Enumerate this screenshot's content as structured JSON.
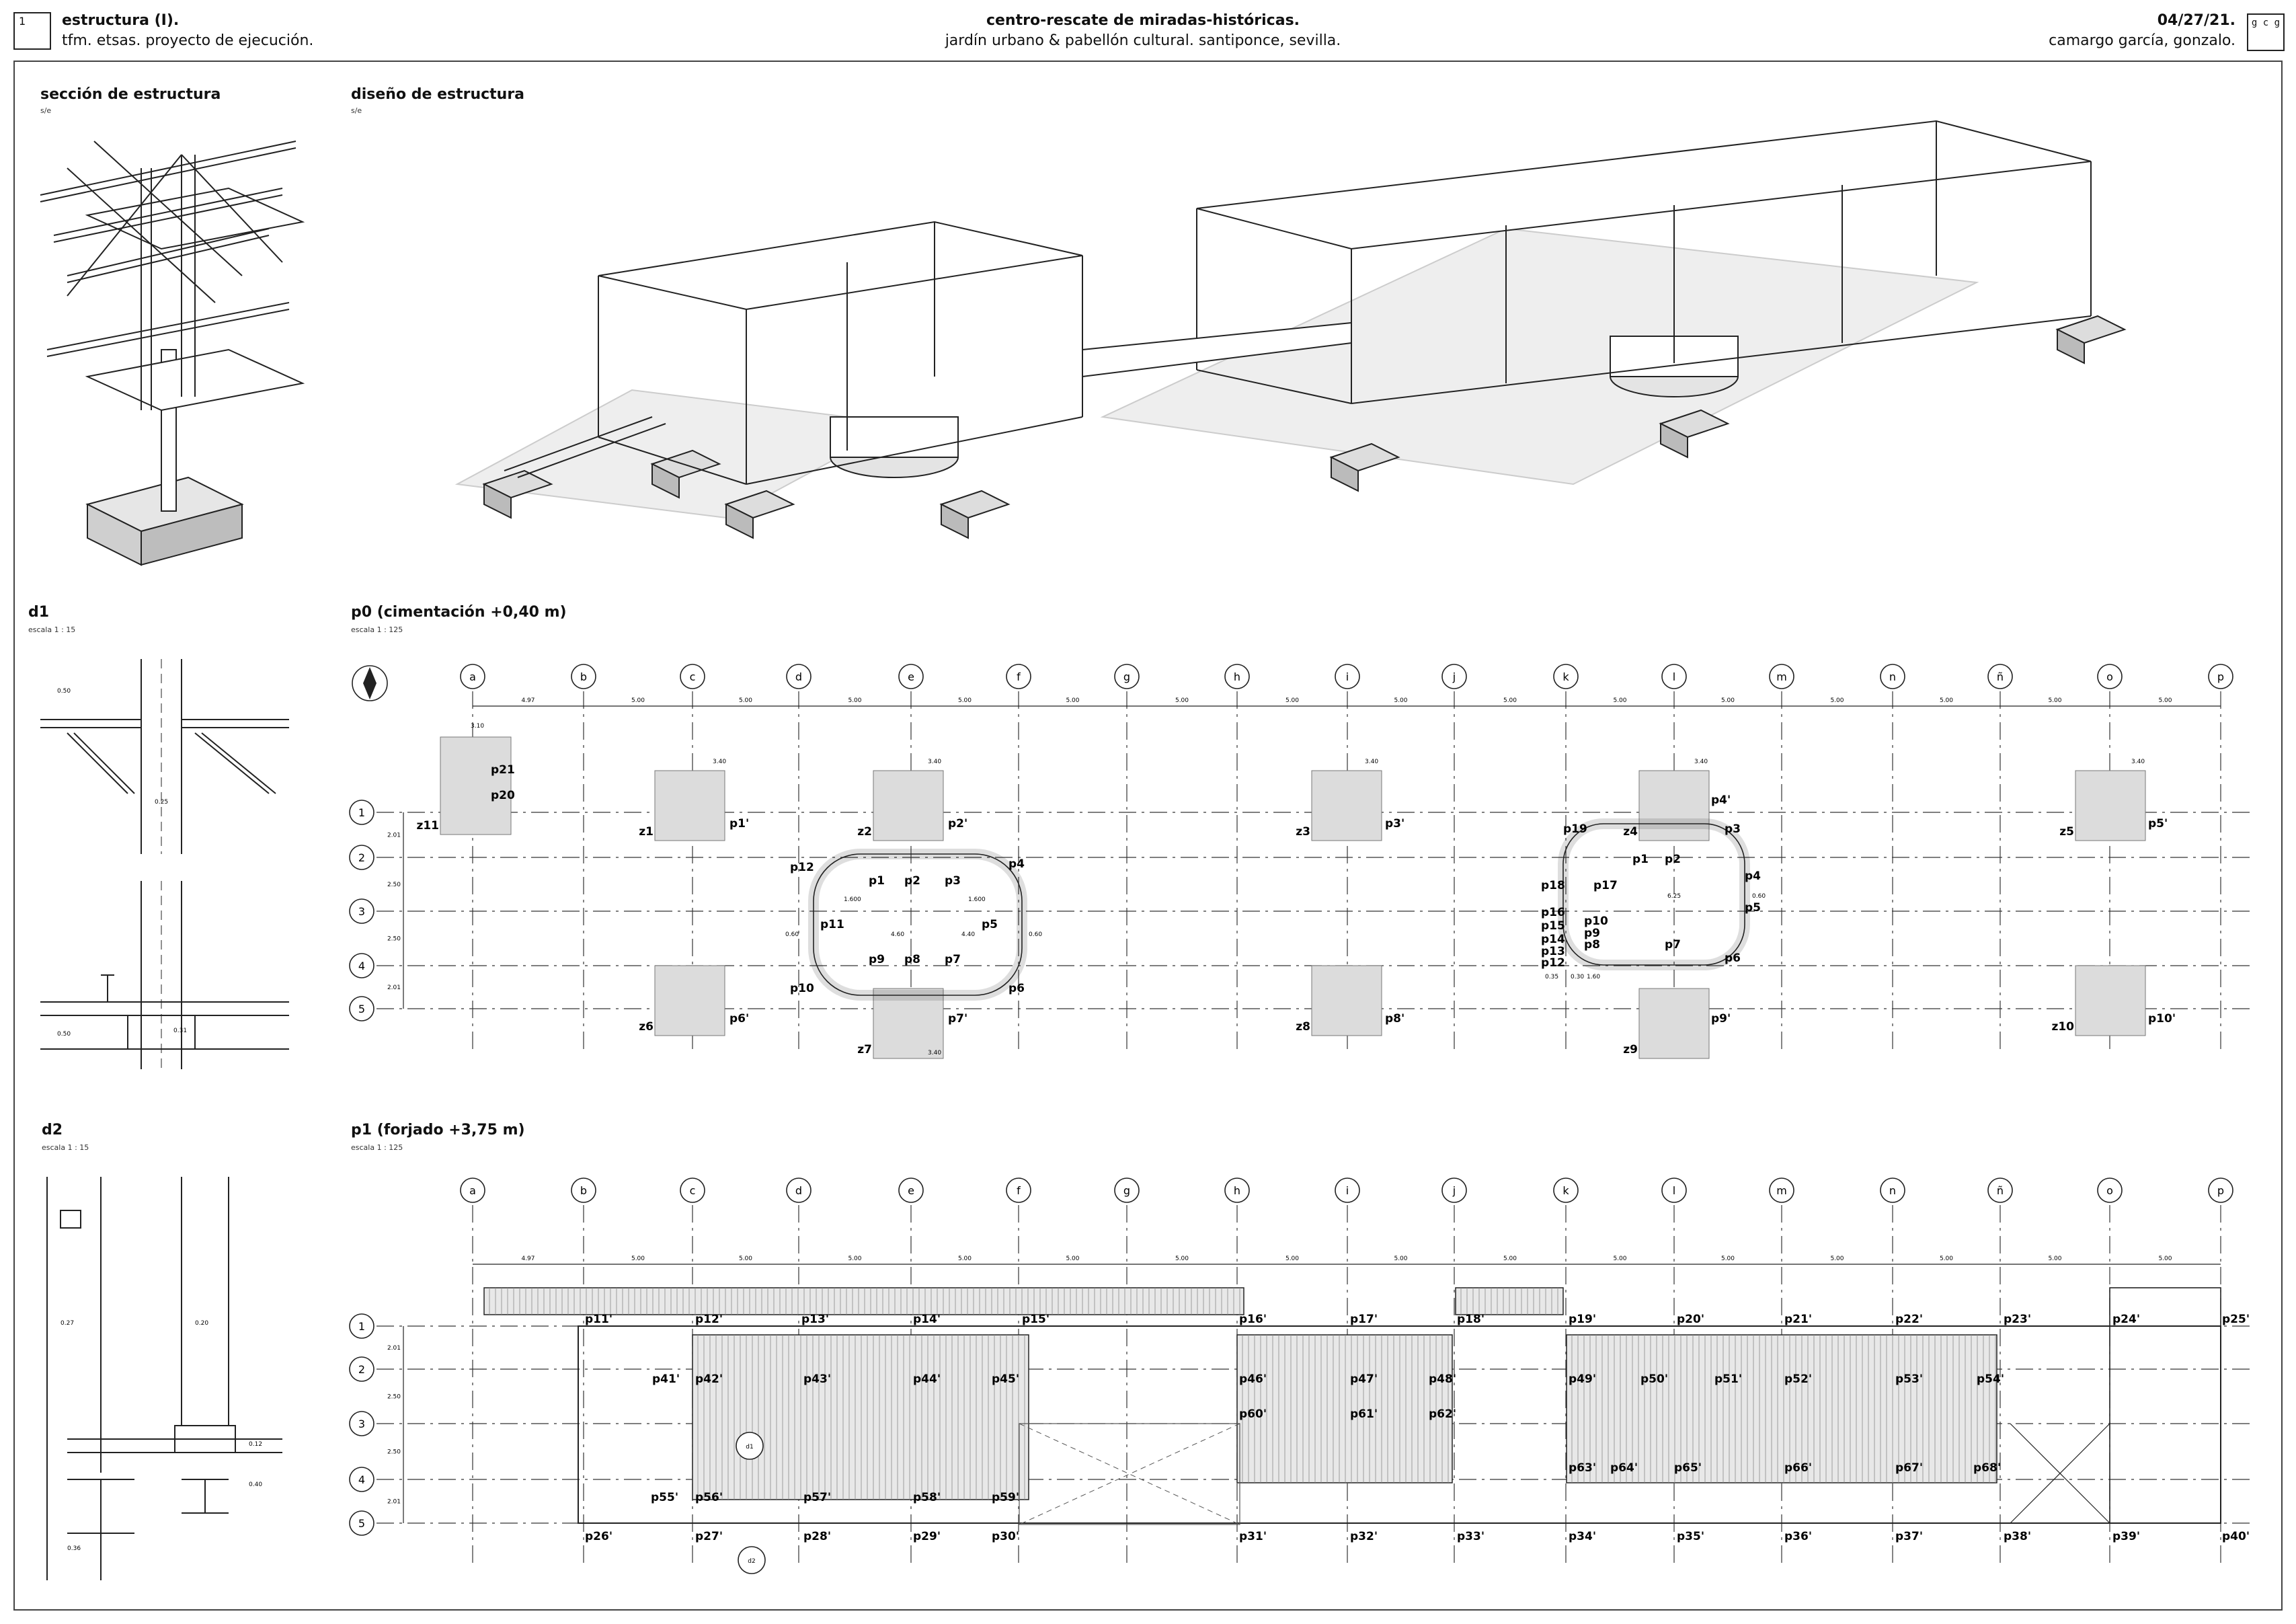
{
  "header": {
    "sheet_number": "1",
    "title": "estructura (I).",
    "subtitle": "tfm. etsas. proyecto de ejecución.",
    "project": "centro-rescate de miradas-históricas.",
    "project_sub": "jardín urbano & pabellón cultural. santiponce, sevilla.",
    "date": "04/27/21.",
    "author": "camargo garcía, gonzalo.",
    "logo": "g c g"
  },
  "sections": {
    "section_title": "sección de estructura",
    "section_scale": "s/e",
    "design_title": "diseño de estructura",
    "design_scale": "s/e",
    "d1_title": "d1",
    "d1_scale": "escala    1 : 15",
    "p0_title": "p0 (cimentación +0,40 m)",
    "p0_scale": "escala    1 : 125",
    "d2_title": "d2",
    "d2_scale": "escala    1 : 15",
    "p1_title": "p1 (forjado +3,75 m)",
    "p1_scale": "escala    1 : 125"
  },
  "grid": {
    "columns": [
      "a",
      "b",
      "c",
      "d",
      "e",
      "f",
      "g",
      "h",
      "i",
      "j",
      "k",
      "l",
      "m",
      "n",
      "ñ",
      "o",
      "p"
    ],
    "rows": [
      "1",
      "2",
      "3",
      "4",
      "5"
    ],
    "spacings": [
      "4.97",
      "5.00",
      "5.00",
      "5.00",
      "5.00",
      "5.00",
      "5.00",
      "5.00",
      "5.00",
      "5.00",
      "5.00",
      "5.00",
      "5.00",
      "5.00",
      "5.00",
      "5.00"
    ],
    "row_spacings": [
      "2.01",
      "2.50",
      "2.50",
      "2.01"
    ]
  },
  "p0_labels": {
    "footings": [
      "z11",
      "z1",
      "z2",
      "z3",
      "z4",
      "z5",
      "z6",
      "z7",
      "z8",
      "z9",
      "z10"
    ],
    "pillars_top": [
      "p21",
      "p20",
      "p1'",
      "p2'",
      "p3'",
      "p4'",
      "p5'"
    ],
    "pillars_bottom": [
      "p6'",
      "p7'",
      "p8'",
      "p9'",
      "p10'"
    ],
    "ring1": [
      "p12",
      "p1",
      "p2",
      "p3",
      "p4",
      "p11",
      "p5",
      "p10",
      "p9",
      "p8",
      "p7",
      "p6"
    ],
    "ring2": [
      "p19",
      "p1",
      "p2",
      "p3",
      "p4",
      "p18",
      "p17",
      "p16",
      "p15",
      "p14",
      "p13",
      "p12",
      "p10",
      "p9",
      "p8",
      "p7",
      "p5",
      "p6"
    ],
    "dims": [
      "3.10",
      "3.40",
      "3.40",
      "3.40",
      "3.40",
      "3.40",
      "1.600",
      "1.600",
      "4.60",
      "4.40",
      "0.60",
      "0.60",
      "6.25",
      "1.60",
      "0.35",
      "0.30",
      "0.60",
      "3.40"
    ]
  },
  "p1_labels": {
    "row1": [
      "p11'",
      "p12'",
      "p13'",
      "p14'",
      "p15'",
      "p16'",
      "p17'",
      "p18'",
      "p19'",
      "p20'",
      "p21'",
      "p22'",
      "p23'",
      "p24'",
      "p25'"
    ],
    "row2": [
      "p41'",
      "p42'",
      "p43'",
      "p44'",
      "p45'",
      "p46'",
      "p47'",
      "p48'",
      "p49'",
      "p50'",
      "p51'",
      "p52'",
      "p53'",
      "p54'"
    ],
    "row3": [
      "p60'",
      "p61'",
      "p62'"
    ],
    "row4": [
      "p63'",
      "p64'",
      "p65'",
      "p66'",
      "p67'",
      "p68'"
    ],
    "row4b": [
      "p55'",
      "p56'",
      "p57'",
      "p58'",
      "p59'"
    ],
    "row5": [
      "p26'",
      "p27'",
      "p28'",
      "p29'",
      "p30'",
      "p31'",
      "p32'",
      "p33'",
      "p34'",
      "p35'",
      "p36'",
      "p37'",
      "p38'",
      "p39'",
      "p40'"
    ],
    "section_marks": [
      "d1",
      "d2"
    ]
  },
  "details": {
    "d1_dims": [
      "0.50",
      "0.25",
      "0.50",
      "0.31"
    ],
    "d2_dims": [
      "0.27",
      "0.20",
      "0.12",
      "0.40",
      "0.36"
    ]
  },
  "colors": {
    "line": "#222222",
    "hatch": "#dcdcdc",
    "frame": "#444444"
  }
}
